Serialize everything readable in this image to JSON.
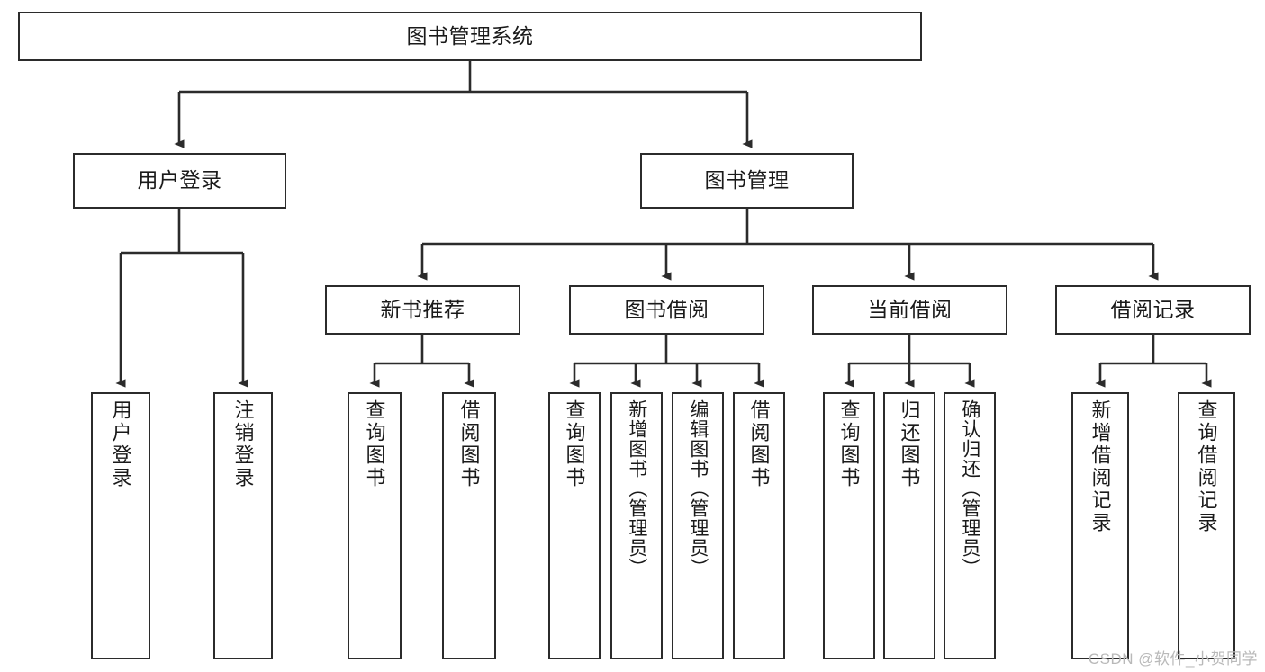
{
  "diagram": {
    "title": "图书管理系统",
    "type": "tree-hierarchy",
    "root": {
      "id": "root",
      "label": "图书管理系统"
    },
    "level1": [
      {
        "id": "user-login",
        "label": "用户登录"
      },
      {
        "id": "book-manage",
        "label": "图书管理"
      }
    ],
    "level2": [
      {
        "id": "new-book-rec",
        "label": "新书推荐",
        "parent": "book-manage"
      },
      {
        "id": "book-borrow",
        "label": "图书借阅",
        "parent": "book-manage"
      },
      {
        "id": "current-borrow",
        "label": "当前借阅",
        "parent": "book-manage"
      },
      {
        "id": "borrow-record",
        "label": "借阅记录",
        "parent": "book-manage"
      }
    ],
    "leaves": {
      "user-login": [
        {
          "id": "leaf-user-login",
          "label": "用户登录"
        },
        {
          "id": "leaf-logout",
          "label": "注销登录"
        }
      ],
      "new-book-rec": [
        {
          "id": "leaf-query-book-1",
          "label": "查询图书"
        },
        {
          "id": "leaf-borrow-book-1",
          "label": "借阅图书"
        }
      ],
      "book-borrow": [
        {
          "id": "leaf-query-book-2",
          "label": "查询图书"
        },
        {
          "id": "leaf-add-book",
          "label": "新增图书（管理员）"
        },
        {
          "id": "leaf-edit-book",
          "label": "编辑图书（管理员）"
        },
        {
          "id": "leaf-borrow-book-2",
          "label": "借阅图书"
        }
      ],
      "current-borrow": [
        {
          "id": "leaf-query-book-3",
          "label": "查询图书"
        },
        {
          "id": "leaf-return-book",
          "label": "归还图书"
        },
        {
          "id": "leaf-confirm-return",
          "label": "确认归还（管理员）"
        }
      ],
      "borrow-record": [
        {
          "id": "leaf-add-record",
          "label": "新增借阅记录"
        },
        {
          "id": "leaf-query-record",
          "label": "查询借阅记录"
        }
      ]
    }
  },
  "watermark": {
    "text": "CSDN @软件_小贺同学"
  },
  "colors": {
    "stroke": "#2b2b2b",
    "background": "#ffffff",
    "text": "#1a1a1a",
    "watermark": "#b9b9b9"
  }
}
